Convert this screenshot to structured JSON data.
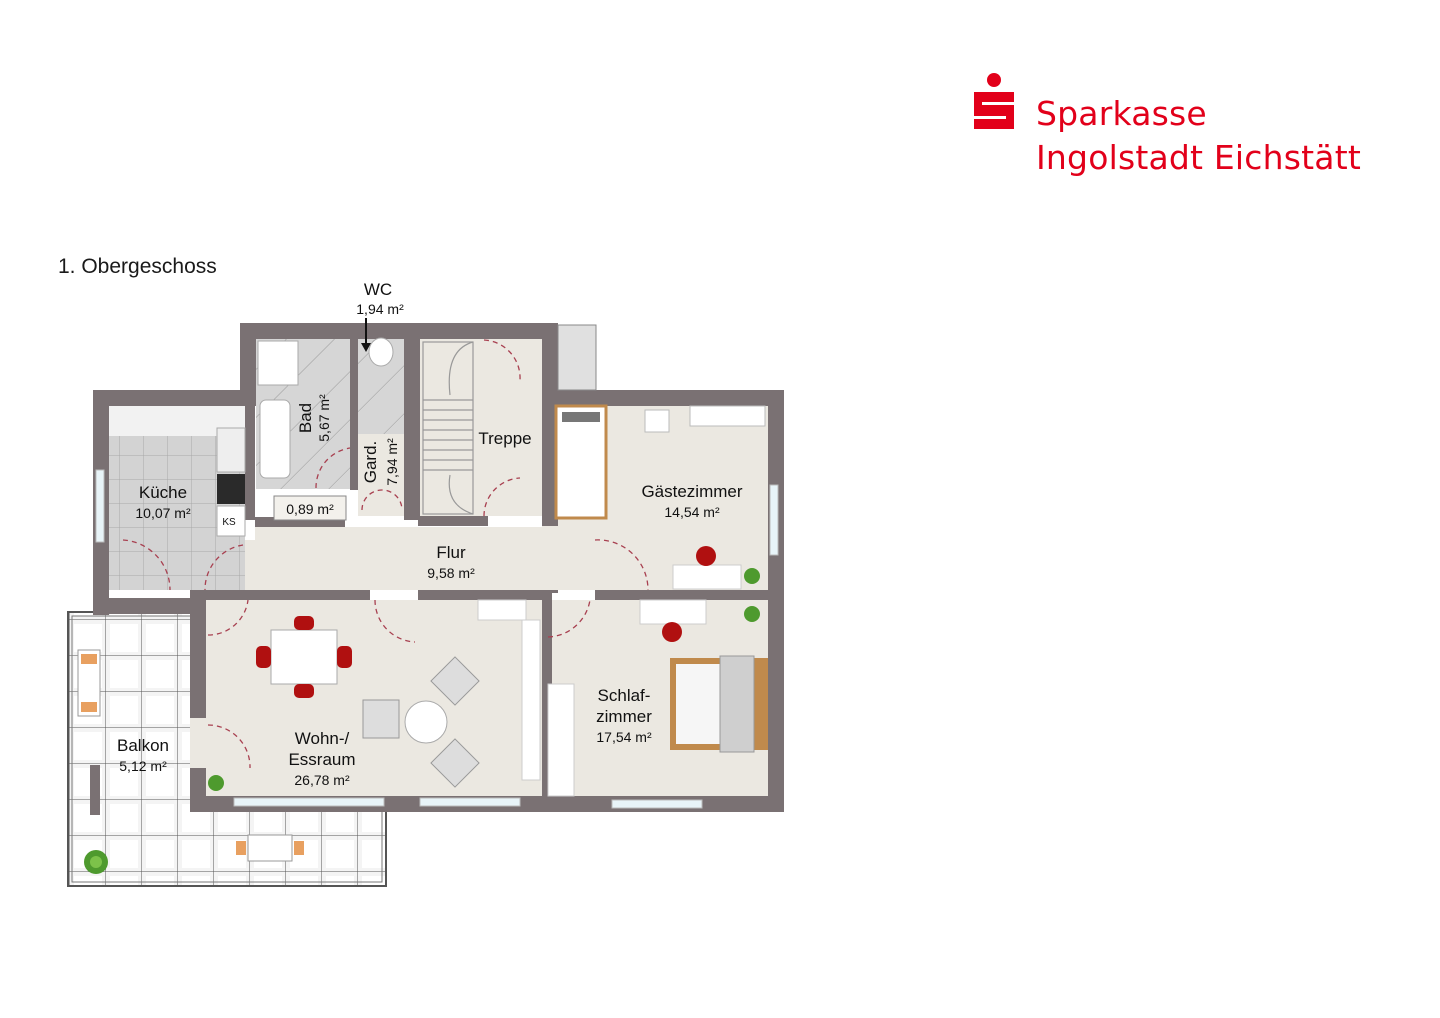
{
  "brand": {
    "line1": "Sparkasse",
    "line2": "Ingolstadt Eichstätt",
    "color": "#e2001a",
    "icon": "sparkasse-s-icon"
  },
  "floor": {
    "title": "1. Obergeschoss"
  },
  "rooms": {
    "wc": {
      "name": "WC",
      "area": "1,94 m²"
    },
    "bad": {
      "name": "Bad",
      "area": "5,67 m²"
    },
    "gard": {
      "name": "Gard.",
      "area": "7,94 m²"
    },
    "abstell": {
      "area": "0,89 m²"
    },
    "treppe": {
      "name": "Treppe"
    },
    "kueche": {
      "name": "Küche",
      "area": "10,07 m²",
      "fridge_label": "KS"
    },
    "flur": {
      "name": "Flur",
      "area": "9,58 m²"
    },
    "gaeste": {
      "name": "Gästezimmer",
      "area": "14,54 m²"
    },
    "wohn": {
      "name_line1": "Wohn-/",
      "name_line2": "Essraum",
      "area": "26,78 m²"
    },
    "schlaf": {
      "name_line1": "Schlaf-",
      "name_line2": "zimmer",
      "area": "17,54 m²"
    },
    "balkon": {
      "name": "Balkon",
      "area": "5,12 m²"
    }
  },
  "colors": {
    "wall": "#7a7173",
    "floor": "#ebe8e1",
    "tile": "#d4d4d4",
    "door": "#e05050",
    "chair": "#b01010",
    "wood": "#c08a4c"
  }
}
